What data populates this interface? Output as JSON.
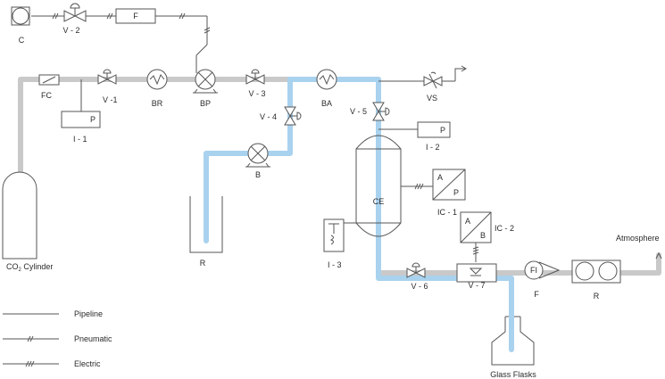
{
  "labels": {
    "c": "C",
    "v2": "V - 2",
    "f_top": "F",
    "fc": "FC",
    "v1": "V -1",
    "br": "BR",
    "bp": "BP",
    "v3": "V - 3",
    "ba": "BA",
    "vs": "VS",
    "p_i1": "P",
    "i1": "I - 1",
    "v4": "V - 4",
    "v5": "V - 5",
    "p_i2": "P",
    "i2": "I - 2",
    "b": "B",
    "ce": "CE",
    "ic1_a": "A",
    "ic1_p": "P",
    "ic1": "IC - 1",
    "ic2_a": "A",
    "ic2_b": "B",
    "ic2": "IC - 2",
    "r_left": "R",
    "i3": "I - 3",
    "co2_pre": "CO",
    "co2_sub": "2",
    "co2_post": " Cylinder",
    "v6": "V - 6",
    "v7": "V - 7",
    "fi": "FI",
    "f_right": "F",
    "r_right": "R",
    "atmosphere": "Atmosphere",
    "glass_flasks": "Glass Flasks"
  },
  "legend": {
    "pipeline": "Pipeline",
    "pneumatic": "Pneumatic",
    "electric": "Electric"
  },
  "colors": {
    "pipe_gray": "#c9c9c9",
    "pipe_blue": "#a9d2ee",
    "line": "#555555"
  }
}
